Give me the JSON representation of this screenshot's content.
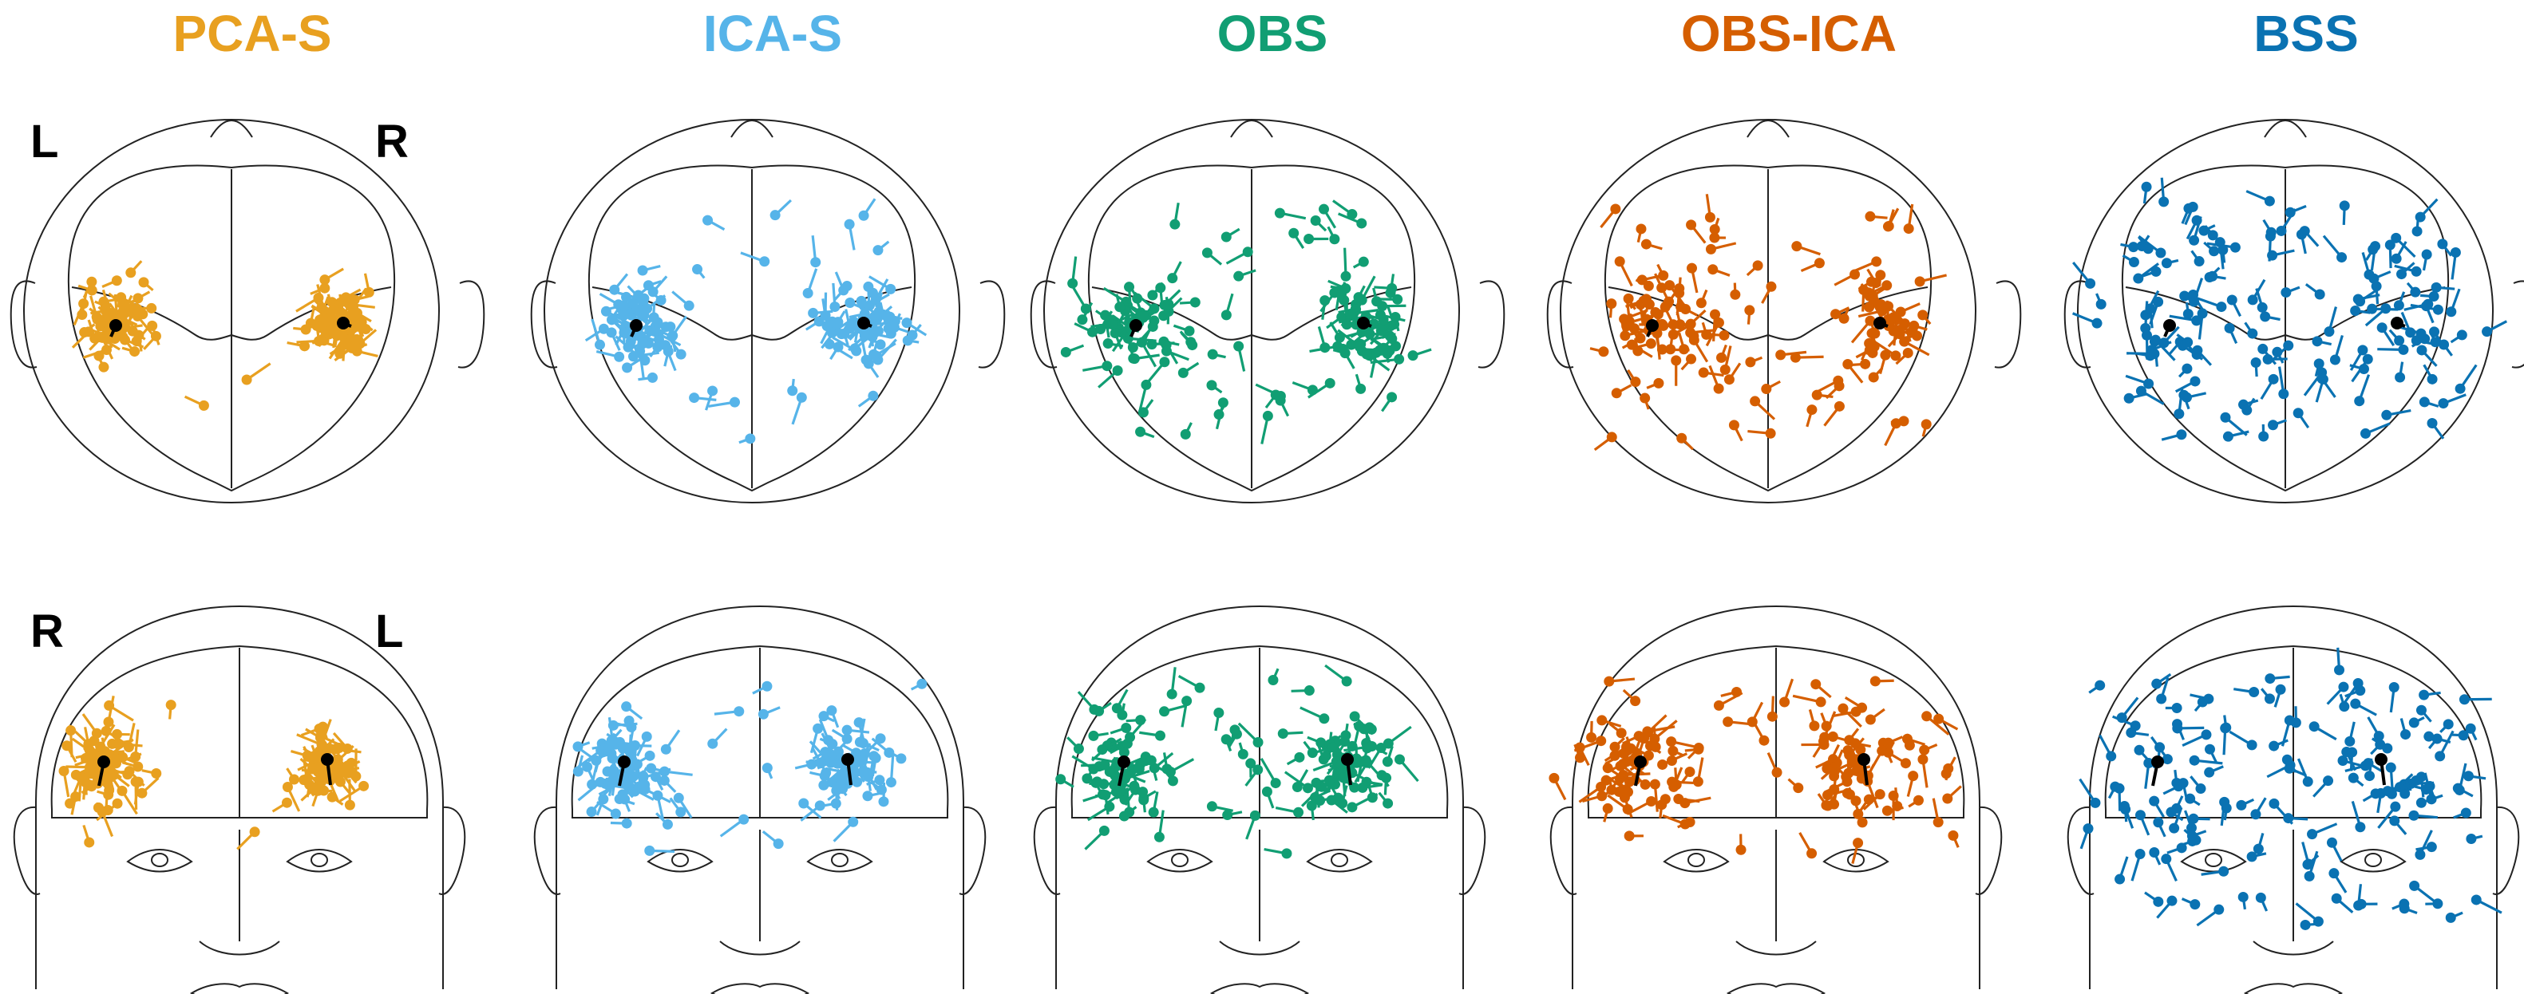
{
  "methods": [
    {
      "label": "PCA-S",
      "color": "#E8A020"
    },
    {
      "label": "ICA-S",
      "color": "#56B4E9"
    },
    {
      "label": "OBS",
      "color": "#119E73"
    },
    {
      "label": "OBS-ICA",
      "color": "#D55E00"
    },
    {
      "label": "BSS",
      "color": "#0A72B2"
    }
  ],
  "views": {
    "top": {
      "left_label": "L",
      "right_label": "R"
    },
    "front": {
      "left_label": "R",
      "right_label": "L"
    }
  },
  "reference_marker_color": "#000000"
}
